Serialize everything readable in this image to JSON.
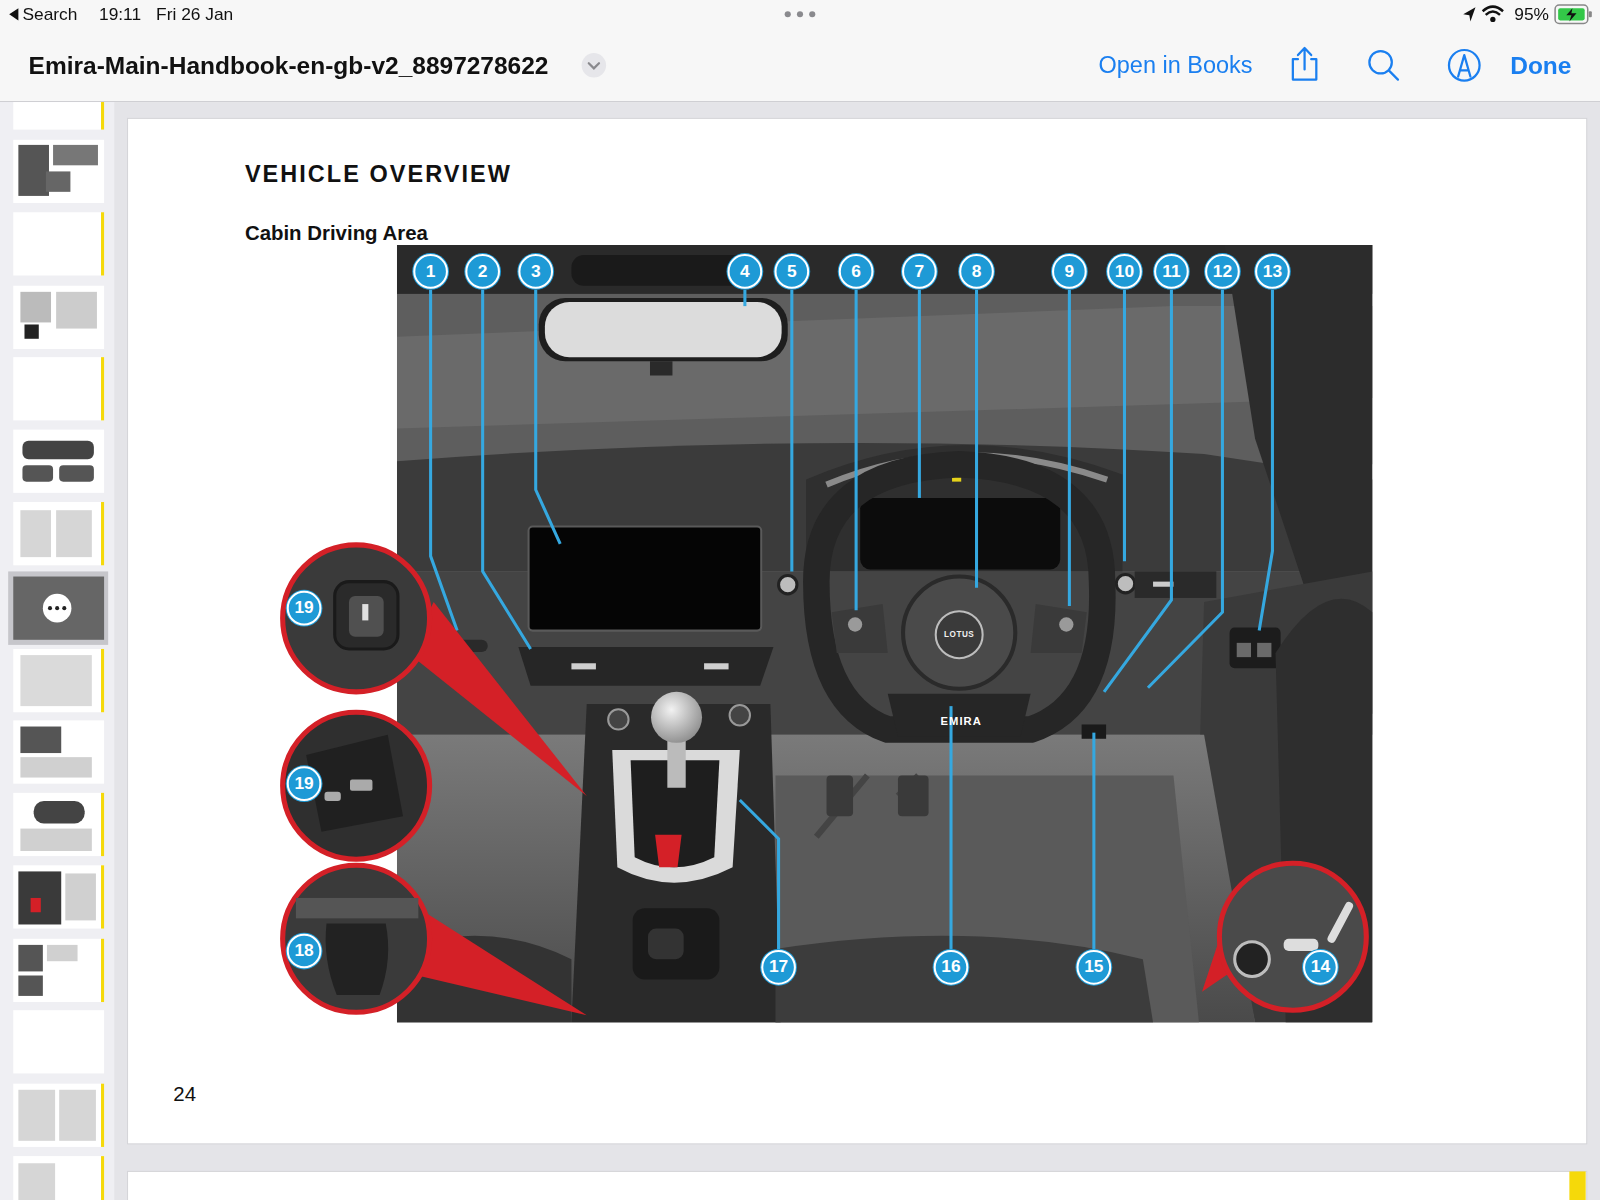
{
  "diagram": {
    "title": "VEHICLE OVERVIEW",
    "labels": [
      "Search",
      "19:11",
      "Fri 26 Jan",
      "95%",
      "Emira-Main-Handbook-en-gb-v2_8897278622",
      "Open in Books",
      "Done",
      "Cabin Driving Area",
      "1",
      "2",
      "3",
      "4",
      "5",
      "6",
      "7",
      "8",
      "9",
      "10",
      "11",
      "12",
      "13",
      "19",
      "19",
      "18",
      "14",
      "17",
      "16",
      "15",
      "24",
      "LOTUS",
      "EMIRA"
    ]
  }
}
